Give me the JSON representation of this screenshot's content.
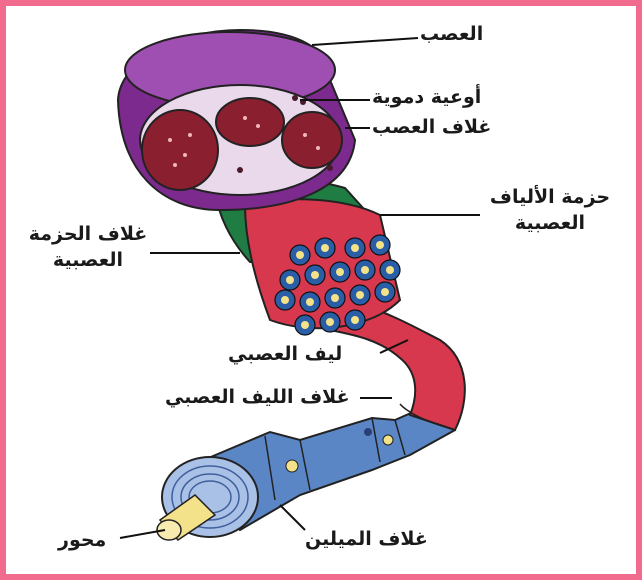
{
  "colors": {
    "frame": "#f06b8d",
    "nerve_outer": "#7d2a8f",
    "nerve_top": "#9f4fb2",
    "fascicle_sheath": "#d5c8d6",
    "fascicle": "#8a1f2f",
    "perineurium": "#1f7d43",
    "fibers": "#d8384e",
    "fiber_sheath": "#b41f34",
    "myelin": "#5b86c6",
    "axon": "#f3e28a"
  },
  "labels": {
    "nerve": "العصب",
    "blood_vessels": "أوعية دموية",
    "nerve_sheath": "غلاف العصب",
    "fascicle_line1": "حزمة الألياف",
    "fascicle_line2": "العصبية",
    "fascicle_sheath_line1": "غلاف الحزمة",
    "fascicle_sheath_line2": "العصبية",
    "nerve_fiber": "ليف العصبي",
    "nerve_fiber_sheath": "غلاف الليف العصبي",
    "myelin_sheath": "غلاف الميلين",
    "axon": "محور"
  }
}
